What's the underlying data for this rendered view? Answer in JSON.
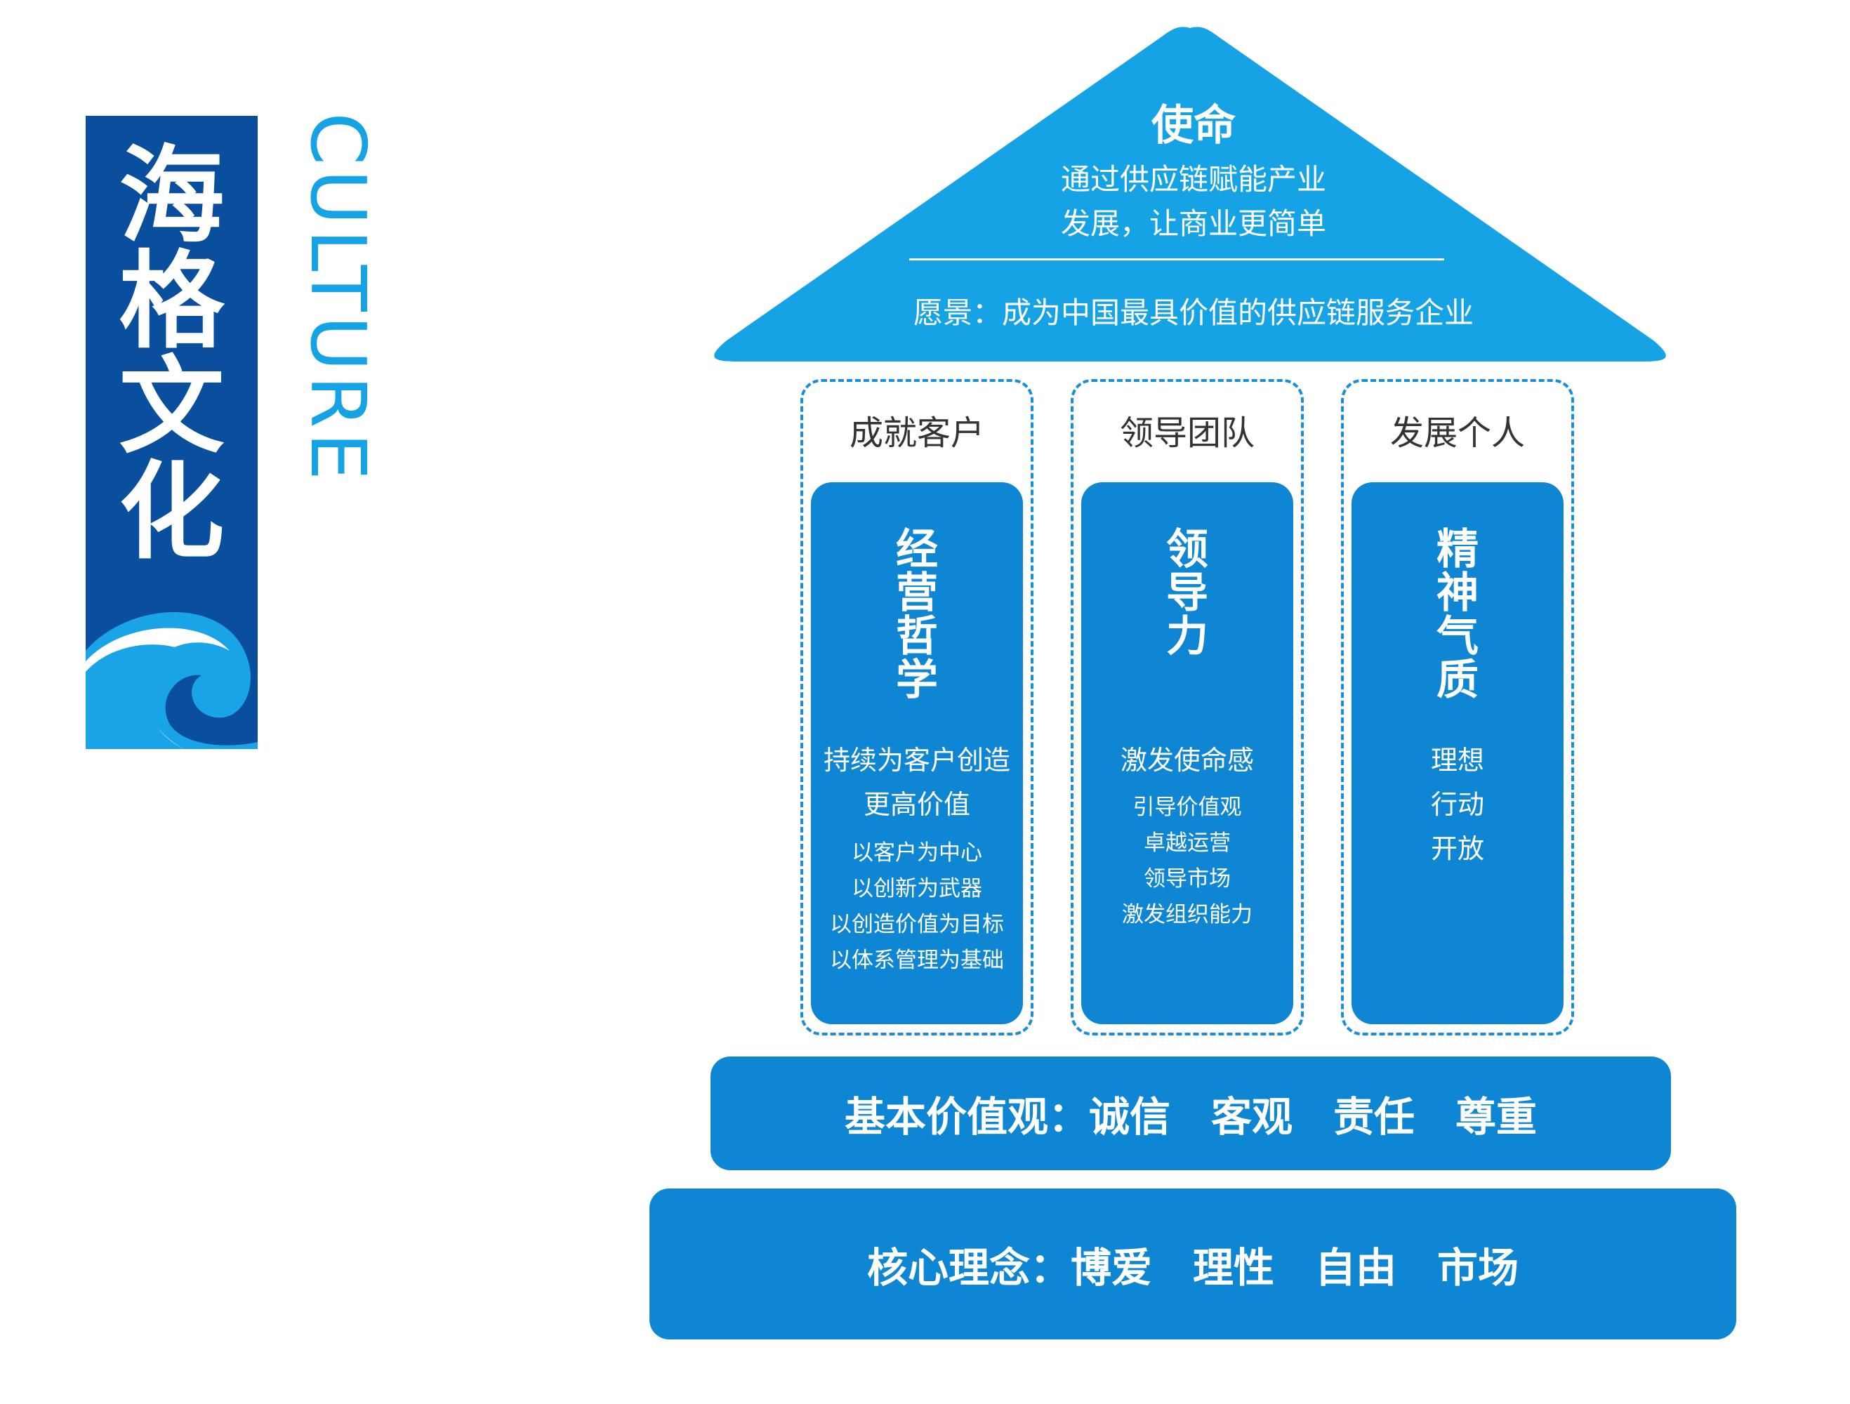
{
  "banner": {
    "title_chars": [
      "海",
      "格",
      "文",
      "化"
    ],
    "subtitle": "CULTURE"
  },
  "roof": {
    "mission_title": "使命",
    "mission_lines": [
      "通过供应链赋能产业",
      "发展，让商业更简单"
    ],
    "vision": "愿景：成为中国最具价值的供应链服务企业"
  },
  "pillars": [
    {
      "heading": "成就客户",
      "title_chars": [
        "经",
        "营",
        "哲",
        "学"
      ],
      "desc": [
        "持续为客户创造",
        "更高价值"
      ],
      "items": [
        "以客户为中心",
        "以创新为武器",
        "以创造价值为目标",
        "以体系管理为基础"
      ]
    },
    {
      "heading": "领导团队",
      "title_chars": [
        "领",
        "导",
        "力"
      ],
      "desc": [
        "激发使命感"
      ],
      "items": [
        "引导价值观",
        "卓越运营",
        "领导市场",
        "激发组织能力"
      ]
    },
    {
      "heading": "发展个人",
      "title_chars": [
        "精",
        "神",
        "气",
        "质"
      ],
      "desc": [
        "理想",
        "行动",
        "开放"
      ],
      "items": []
    }
  ],
  "values_bar": {
    "label": "基本价值观：诚信",
    "words": [
      "客观",
      "责任",
      "尊重"
    ]
  },
  "core_bar": {
    "label": "核心理念：博爱",
    "words": [
      "理性",
      "自由",
      "市场"
    ]
  },
  "colors": {
    "dark_blue": "#0a4f9e",
    "roof_blue": "#15a3e6",
    "pillar_blue": "#0e86d4",
    "wave_blue": "#1aa4e8"
  }
}
